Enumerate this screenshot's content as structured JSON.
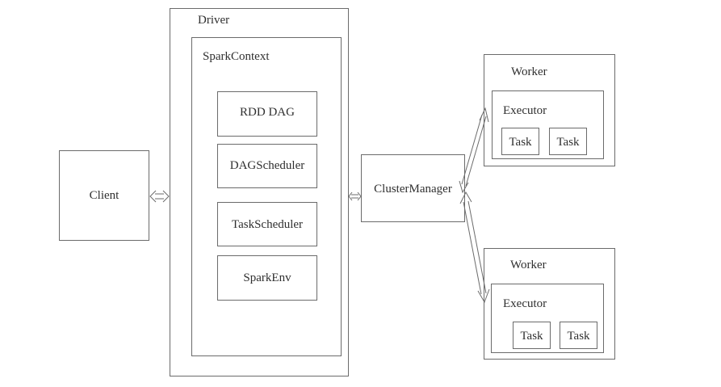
{
  "client": {
    "label": "Client"
  },
  "driver": {
    "label": "Driver",
    "spark_context": {
      "label": "SparkContext",
      "components": [
        {
          "label": "RDD DAG"
        },
        {
          "label": "DAGScheduler"
        },
        {
          "label": "TaskScheduler"
        },
        {
          "label": "SparkEnv"
        }
      ]
    }
  },
  "cluster_manager": {
    "label": "ClusterManager"
  },
  "workers": [
    {
      "label": "Worker",
      "executor": {
        "label": "Executor",
        "tasks": [
          "Task",
          "Task"
        ]
      }
    },
    {
      "label": "Worker",
      "executor": {
        "label": "Executor",
        "tasks": [
          "Task",
          "Task"
        ]
      }
    }
  ],
  "colors": {
    "stroke": "#6b6b6b",
    "text": "#2f2f2f"
  }
}
